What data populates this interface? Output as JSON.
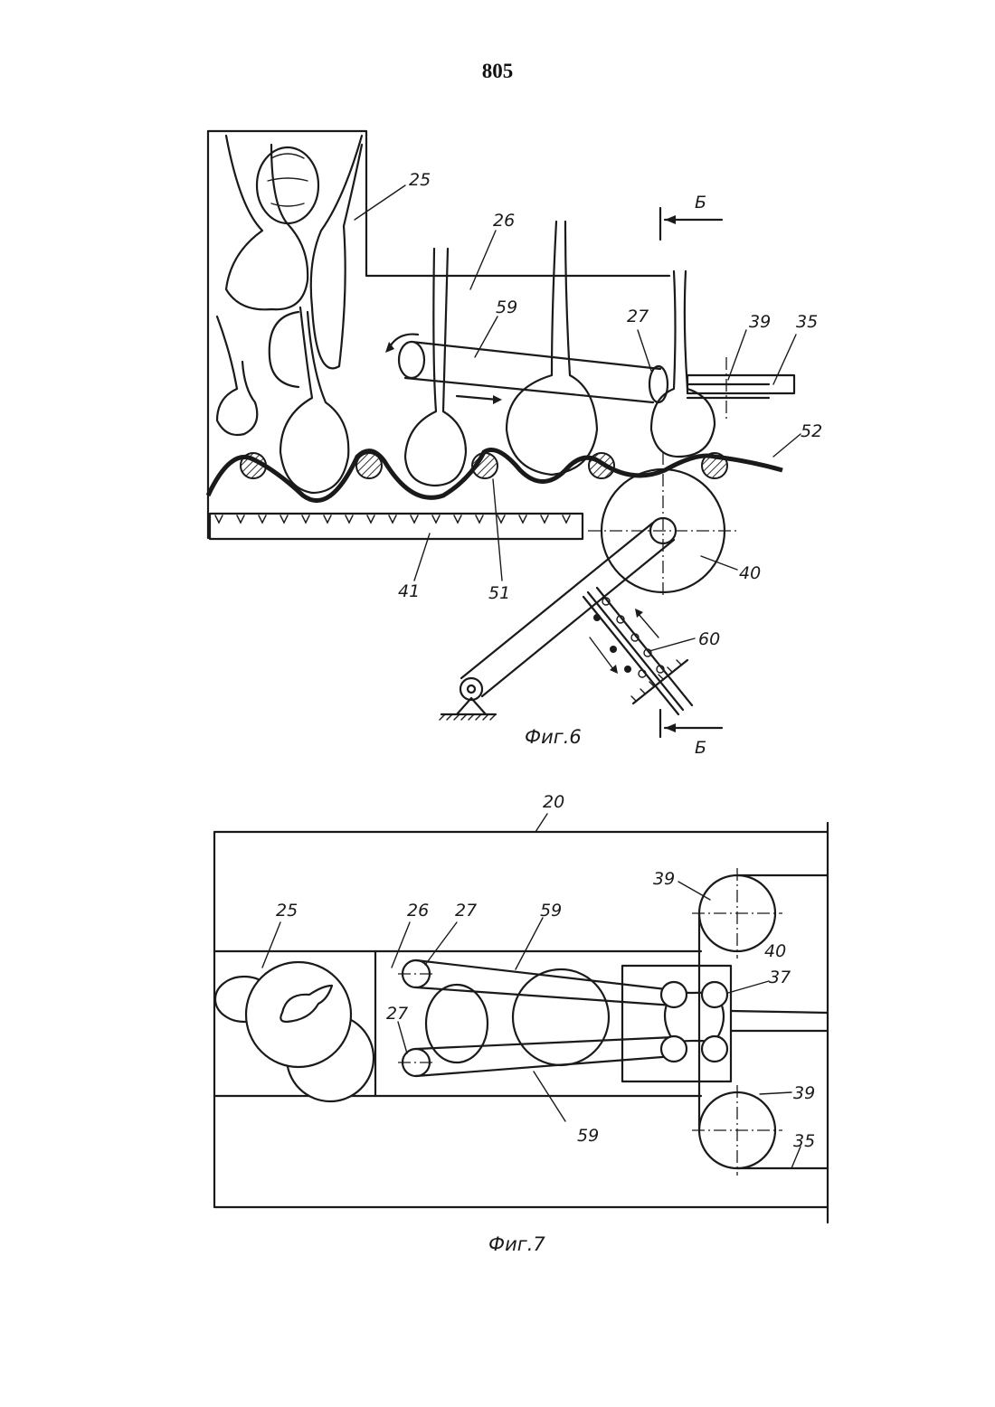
{
  "page_number": "805",
  "figure6": {
    "caption": "Фиг.6",
    "section_label_top": "Б",
    "section_label_bottom": "Б",
    "labels": {
      "l25": "25",
      "l26": "26",
      "l59": "59",
      "l27": "27",
      "l39": "39",
      "l35": "35",
      "l52": "52",
      "l40": "40",
      "l60": "60",
      "l41": "41",
      "l51": "51"
    }
  },
  "figure7": {
    "caption": "Фиг.7",
    "labels": {
      "l20": "20",
      "l25": "25",
      "l26": "26",
      "l27a": "27",
      "l27b": "27",
      "l59a": "59",
      "l59b": "59",
      "l39a": "39",
      "l39b": "39",
      "l40": "40",
      "l37": "37",
      "l35": "35"
    }
  }
}
